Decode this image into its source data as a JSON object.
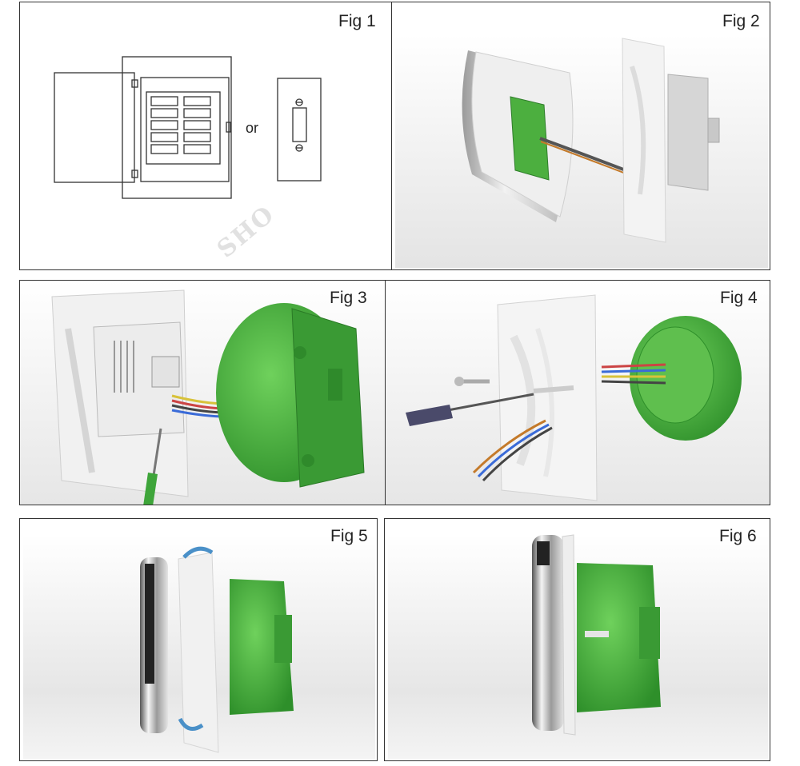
{
  "figures": [
    {
      "label": "Fig 1",
      "or_text": "or"
    },
    {
      "label": "Fig 2"
    },
    {
      "label": "Fig 3"
    },
    {
      "label": "Fig 4"
    },
    {
      "label": "Fig 5"
    },
    {
      "label": "Fig 6"
    }
  ],
  "watermark": "SHO",
  "colors": {
    "green": "#4caf3f",
    "dark_green": "#2e7d2a",
    "chrome": "#c8c8c8",
    "line": "#333333"
  }
}
